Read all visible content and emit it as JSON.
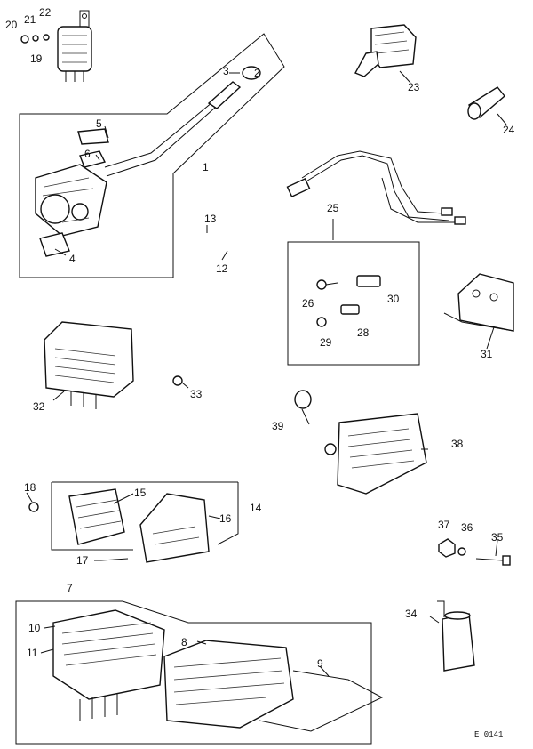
{
  "labels": {
    "n1": "1",
    "n2": "2",
    "n3": "3",
    "n4": "4",
    "n5": "5",
    "n6": "6",
    "n7": "7",
    "n8": "8",
    "n9": "9",
    "n10": "10",
    "n11": "11",
    "n12": "12",
    "n13": "13",
    "n14": "14",
    "n15": "15",
    "n16": "16",
    "n17": "17",
    "n18": "18",
    "n19": "19",
    "n20": "20",
    "n21": "21",
    "n22": "22",
    "n23": "23",
    "n24": "24",
    "n25": "25",
    "n26": "26",
    "n28": "28",
    "n29": "29",
    "n30": "30",
    "n31": "31",
    "n32": "32",
    "n33": "33",
    "n34": "34",
    "n35": "35",
    "n36": "36",
    "n37": "37",
    "n38": "38",
    "n39": "39"
  },
  "drawing_code": "E 0141",
  "colors": {
    "ink": "#111111",
    "paper": "#ffffff"
  }
}
